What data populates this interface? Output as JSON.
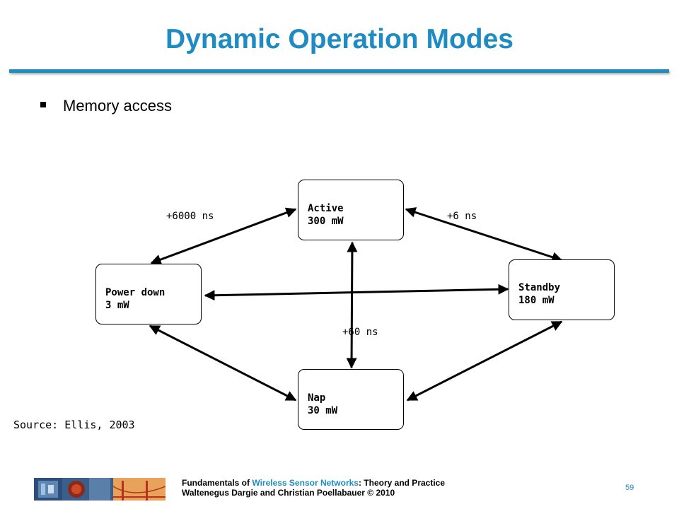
{
  "slide": {
    "title": "Dynamic Operation Modes",
    "bullet": "Memory access",
    "source": "Source: Ellis, 2003",
    "page_number": "59"
  },
  "diagram": {
    "nodes": {
      "active": {
        "name": "Active",
        "power": "300 mW"
      },
      "standby": {
        "name": "Standby",
        "power": "180 mW"
      },
      "power_down": {
        "name": "Power down",
        "power": "3 mW"
      },
      "nap": {
        "name": "Nap",
        "power": "30 mW"
      }
    },
    "edges": {
      "active_power_down": "+6000 ns",
      "active_standby": "+6 ns",
      "active_nap": "+60 ns"
    }
  },
  "footer": {
    "line1_prefix": "Fundamentals of ",
    "line1_highlight": "Wireless Sensor Networks",
    "line1_suffix": ": Theory and Practice",
    "line2": "Waltenegus Dargie and Christian Poellabauer © 2010"
  },
  "colors": {
    "accent": "#1e8bc3",
    "text": "#000000"
  }
}
